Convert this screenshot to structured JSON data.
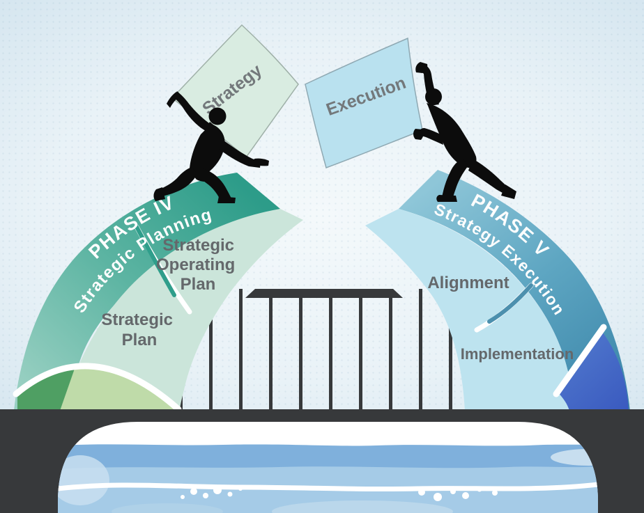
{
  "diagram": {
    "left": {
      "band_title": "PHASE IV",
      "band_subtitle": "Strategic Planning",
      "segment_operating": {
        "line1": "Strategic",
        "line2": "Operating",
        "line3": "Plan"
      },
      "segment_plan": {
        "line1": "Strategic",
        "line2": "Plan"
      },
      "paper_label": "Strategy"
    },
    "right": {
      "band_title": "PHASE V",
      "band_subtitle": "Strategy Execution",
      "segment_alignment": "Alignment",
      "segment_implementation": "Implementation",
      "paper_label": "Execution"
    },
    "colors": {
      "teal_band_dark": "#2d9c89",
      "teal_band_light": "#97cfc1",
      "mint_segment": "#cbe5da",
      "dark_green_wedge": "#4f9f63",
      "pale_green_wedge": "#bfdba9",
      "blue_band_dark": "#3e88ab",
      "blue_band_light": "#8ec6d8",
      "light_blue_segment": "#bde3ef",
      "royal_blue_wedge": "#4a70c5",
      "strategy_paper": "#d9ece1",
      "execution_paper": "#b9e1ef",
      "bridge_dark": "#37393b",
      "water_blue": "#7fb0dc",
      "label_gray": "#64686b"
    }
  }
}
